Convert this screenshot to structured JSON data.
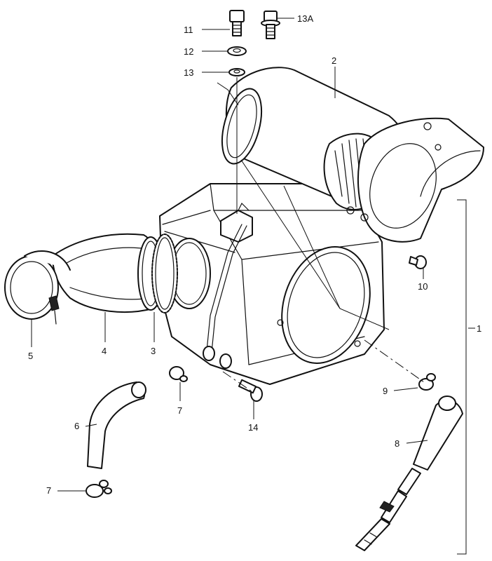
{
  "labels": {
    "l1": "1",
    "l2": "2",
    "l3": "3",
    "l4": "4",
    "l5": "5",
    "l6": "6",
    "l7a": "7",
    "l7b": "7",
    "l8": "8",
    "l9": "9",
    "l10": "10",
    "l11": "11",
    "l12": "12",
    "l13": "13",
    "l13a": "13A",
    "l14": "14"
  }
}
